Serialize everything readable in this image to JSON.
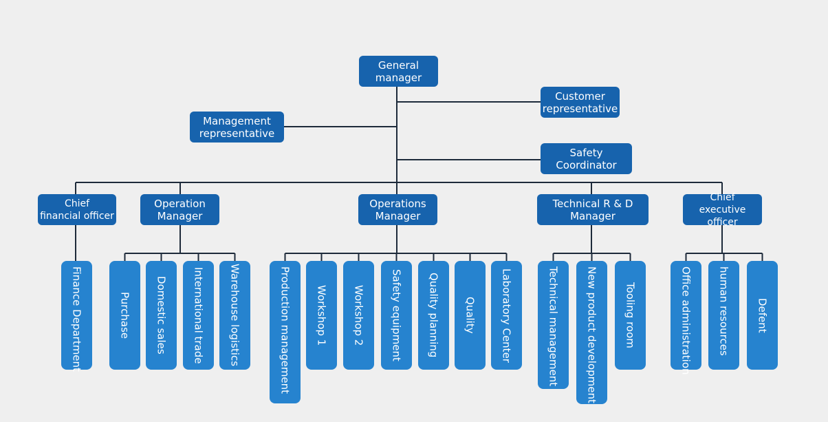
{
  "chart_data": {
    "type": "org-chart",
    "root": {
      "id": "gm",
      "label": "General\nmanager"
    },
    "staff": [
      {
        "id": "cust",
        "label": "Customer\nrepresentative"
      },
      {
        "id": "mgmt",
        "label": "Management\nrepresentative"
      },
      {
        "id": "safety",
        "label": "Safety\nCoordinator"
      }
    ],
    "managers": [
      {
        "id": "cfo",
        "label": "Chief\nfinancial officer",
        "departments": [
          "Finance Department"
        ]
      },
      {
        "id": "opm",
        "label": "Operation\nManager",
        "departments": [
          "Purchase",
          "Domestic sales",
          "International trade",
          "Warehouse logistics"
        ]
      },
      {
        "id": "opsm",
        "label": "Operations\nManager",
        "departments": [
          "Production management",
          "Workshop 1",
          "Workshop 2",
          "Safety equipment",
          "Quality planning",
          "Quality",
          "Laboratory Center"
        ]
      },
      {
        "id": "trd",
        "label": "Technical R & D\nManager",
        "departments": [
          "Technical management",
          "New product development",
          "Tooling room"
        ]
      },
      {
        "id": "ceo",
        "label": "Chief\nexecutive officer",
        "departments": [
          "Office administration",
          "human resources",
          "Defent"
        ]
      }
    ]
  },
  "colors": {
    "manager_box": "#1763ad",
    "department_box": "#2683cf",
    "line": "#1d2a3a",
    "background": "#efefef"
  }
}
